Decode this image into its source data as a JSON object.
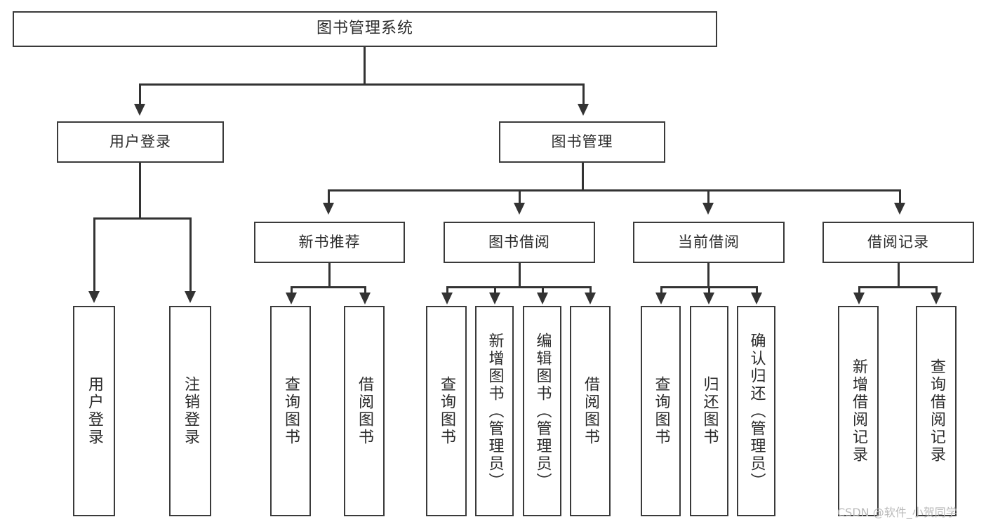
{
  "diagram": {
    "title_node": {
      "label": "图书管理系统"
    },
    "level2": [
      {
        "label": "用户登录"
      },
      {
        "label": "图书管理"
      }
    ],
    "level3": [
      {
        "label": "新书推荐"
      },
      {
        "label": "图书借阅"
      },
      {
        "label": "当前借阅"
      },
      {
        "label": "借阅记录"
      }
    ],
    "leaves": {
      "user_login": [
        {
          "label": "用户登录"
        },
        {
          "label": "注销登录"
        }
      ],
      "new_book_recommend": [
        {
          "label": "查询图书"
        },
        {
          "label": "借阅图书"
        }
      ],
      "book_borrow": [
        {
          "label": "查询图书"
        },
        {
          "label": "新增图书（管理员）"
        },
        {
          "label": "编辑图书（管理员）"
        },
        {
          "label": "借阅图书"
        }
      ],
      "current_borrow": [
        {
          "label": "查询图书"
        },
        {
          "label": "归还图书"
        },
        {
          "label": "确认归还（管理员）"
        }
      ],
      "borrow_record": [
        {
          "label": "新增借阅记录"
        },
        {
          "label": "查询借阅记录"
        }
      ]
    }
  },
  "watermark": {
    "text": "CSDN @软件_小贺同学"
  },
  "colors": {
    "box_border": "#3a3a3a",
    "line": "#333333",
    "text": "#2b2b2b",
    "background": "#ffffff",
    "watermark": "#b9b9b9"
  }
}
